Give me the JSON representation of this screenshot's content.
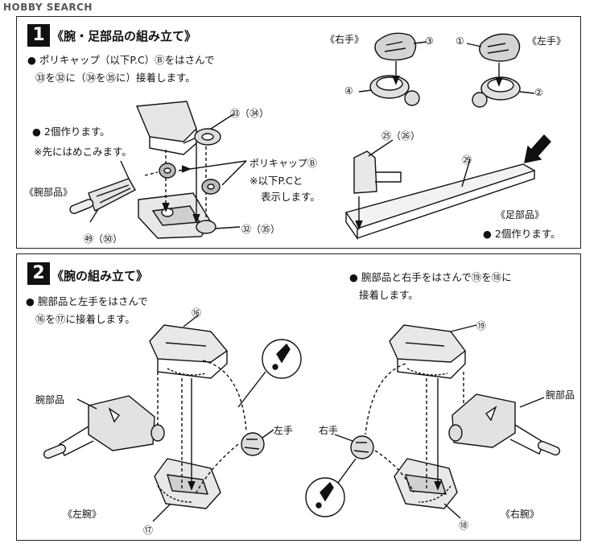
{
  "brand": "HOBBY SEARCH",
  "step1": {
    "number": "1",
    "title": "《腕・足部品の組み立て》",
    "instruction_line1": "● ポリキャップ（以下P.C）Ⓑをはさんで",
    "instruction_line2": "㉝を㉜に（㉞を㉟に）接着します。",
    "make_two": "● 2個作ります。",
    "press_first": "※先にはめこみます。",
    "arm_part": "《腕部品》",
    "part_33_34": "㉝（㉞）",
    "part_32_35": "㉜（㉟）",
    "part_49_50": "㊾（㊿）",
    "polycap_label": "ポリキャップⒷ",
    "polycap_note1": "※以下P.Cと",
    "polycap_note2": "表示します。",
    "right_hand": "《右手》",
    "left_hand": "《左手》",
    "part_3": "③",
    "part_4": "④",
    "part_1": "①",
    "part_2": "②",
    "part_25_26": "㉕（㉖）",
    "part_29": "㉙",
    "leg_part": "《足部品》",
    "leg_make_two": "● 2個作ります。"
  },
  "step2": {
    "number": "2",
    "title": "《腕の組み立て》",
    "left_instruction_line1": "● 腕部品と左手をはさんで",
    "left_instruction_line2": "⑯を⑰に接着します。",
    "right_instruction_line1": "● 腕部品と右手をはさんで⑲を⑱に",
    "right_instruction_line2": "接着します。",
    "part_16": "⑯",
    "part_17": "⑰",
    "part_19": "⑲",
    "part_18": "⑱",
    "arm_part_left": "腕部品",
    "arm_part_right": "腕部品",
    "left_hand": "左手",
    "right_hand": "右手",
    "left_arm": "《左腕》",
    "right_arm": "《右腕》"
  }
}
